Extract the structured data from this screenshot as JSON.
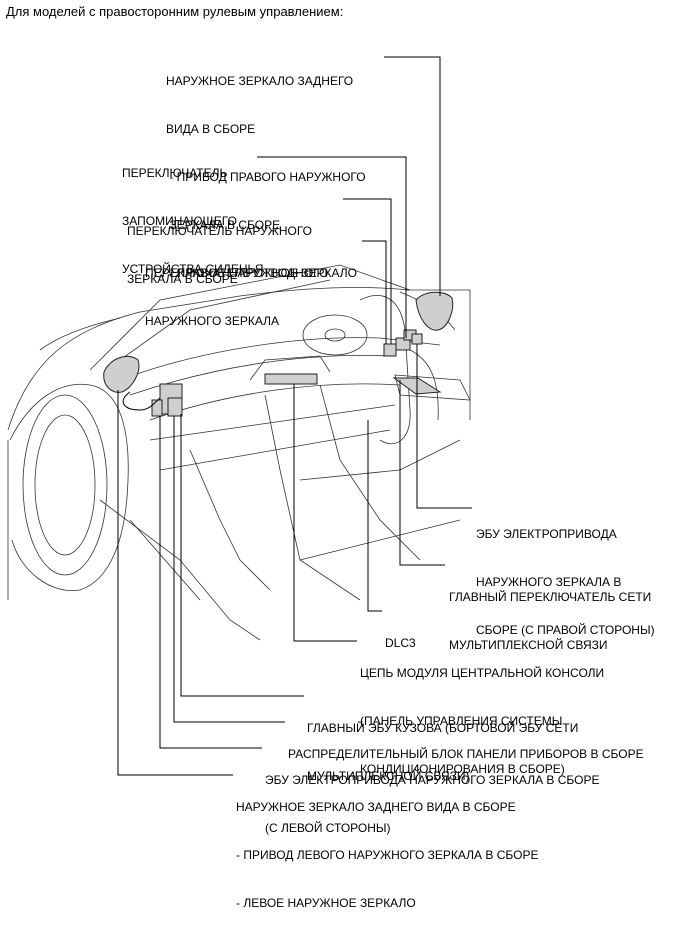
{
  "header": {
    "title": "Для моделей с правосторонним рулевым управлением:"
  },
  "callouts": {
    "mirror_right": [
      "НАРУЖНОЕ ЗЕРКАЛО ЗАДНЕГО",
      "ВИДА В СБОРЕ",
      " - ПРИВОД ПРАВОГО НАРУЖНОГО",
      " ЗЕРКАЛА В СБОРЕ",
      " - ПРАВОЕ НАРУЖНОЕ ЗЕРКАЛО"
    ],
    "memory_switch": [
      "ПЕРЕКЛЮЧАТЕЛЬ",
      "ЗАПОМИНАЮЩЕГО",
      "УСТРОЙСТВА СИДЕНЬЯ"
    ],
    "mirror_switch": [
      "ПЕРЕКЛЮЧАТЕЛЬ НАРУЖНОГО",
      "ЗЕРКАЛА В СБОРЕ"
    ],
    "retract_switch": [
      "ПЕРЕКЛЮЧАТЕЛЬ ОТВОДНОГО",
      "НАРУЖНОГО ЗЕРКАЛА"
    ],
    "ecu_right": [
      "ЭБУ ЭЛЕКТРОПРИВОДА",
      "НАРУЖНОГО ЗЕРКАЛА В",
      "СБОРЕ (С ПРАВОЙ СТОРОНЫ)"
    ],
    "multiplex_switch": [
      "ГЛАВНЫЙ ПЕРЕКЛЮЧАТЕЛЬ СЕТИ",
      "МУЛЬТИПЛЕКСНОЙ СВЯЗИ"
    ],
    "dlc3": [
      "DLC3"
    ],
    "console_module": [
      "ЦЕПЬ МОДУЛЯ ЦЕНТРАЛЬНОЙ КОНСОЛИ",
      "(ПАНЕЛЬ УПРАВЛЕНИЯ СИСТЕМЫ",
      "КОНДИЦИОНИРОВАНИЯ В СБОРЕ)"
    ],
    "body_ecu": [
      "ГЛАВНЫЙ ЭБУ КУЗОВА (БОРТОВОЙ ЭБУ СЕТИ",
      "МУЛЬТИПЛЕКСНОЙ СВЯЗИ)"
    ],
    "junction_block": [
      "РАСПРЕДЕЛИТЕЛЬНЫЙ БЛОК ПАНЕЛИ ПРИБОРОВ В СБОРЕ"
    ],
    "ecu_left": [
      "ЭБУ ЭЛЕКТРОПРИВОДА НАРУЖНОГО ЗЕРКАЛА В СБОРЕ",
      "(С ЛЕВОЙ СТОРОНЫ)"
    ],
    "mirror_left": [
      "НАРУЖНОЕ ЗЕРКАЛО ЗАДНЕГО ВИДА В СБОРЕ",
      "- ПРИВОД ЛЕВОГО НАРУЖНОГО ЗЕРКАЛА В СБОРЕ",
      "- ЛЕВОЕ НАРУЖНОЕ ЗЕРКАЛО"
    ]
  }
}
